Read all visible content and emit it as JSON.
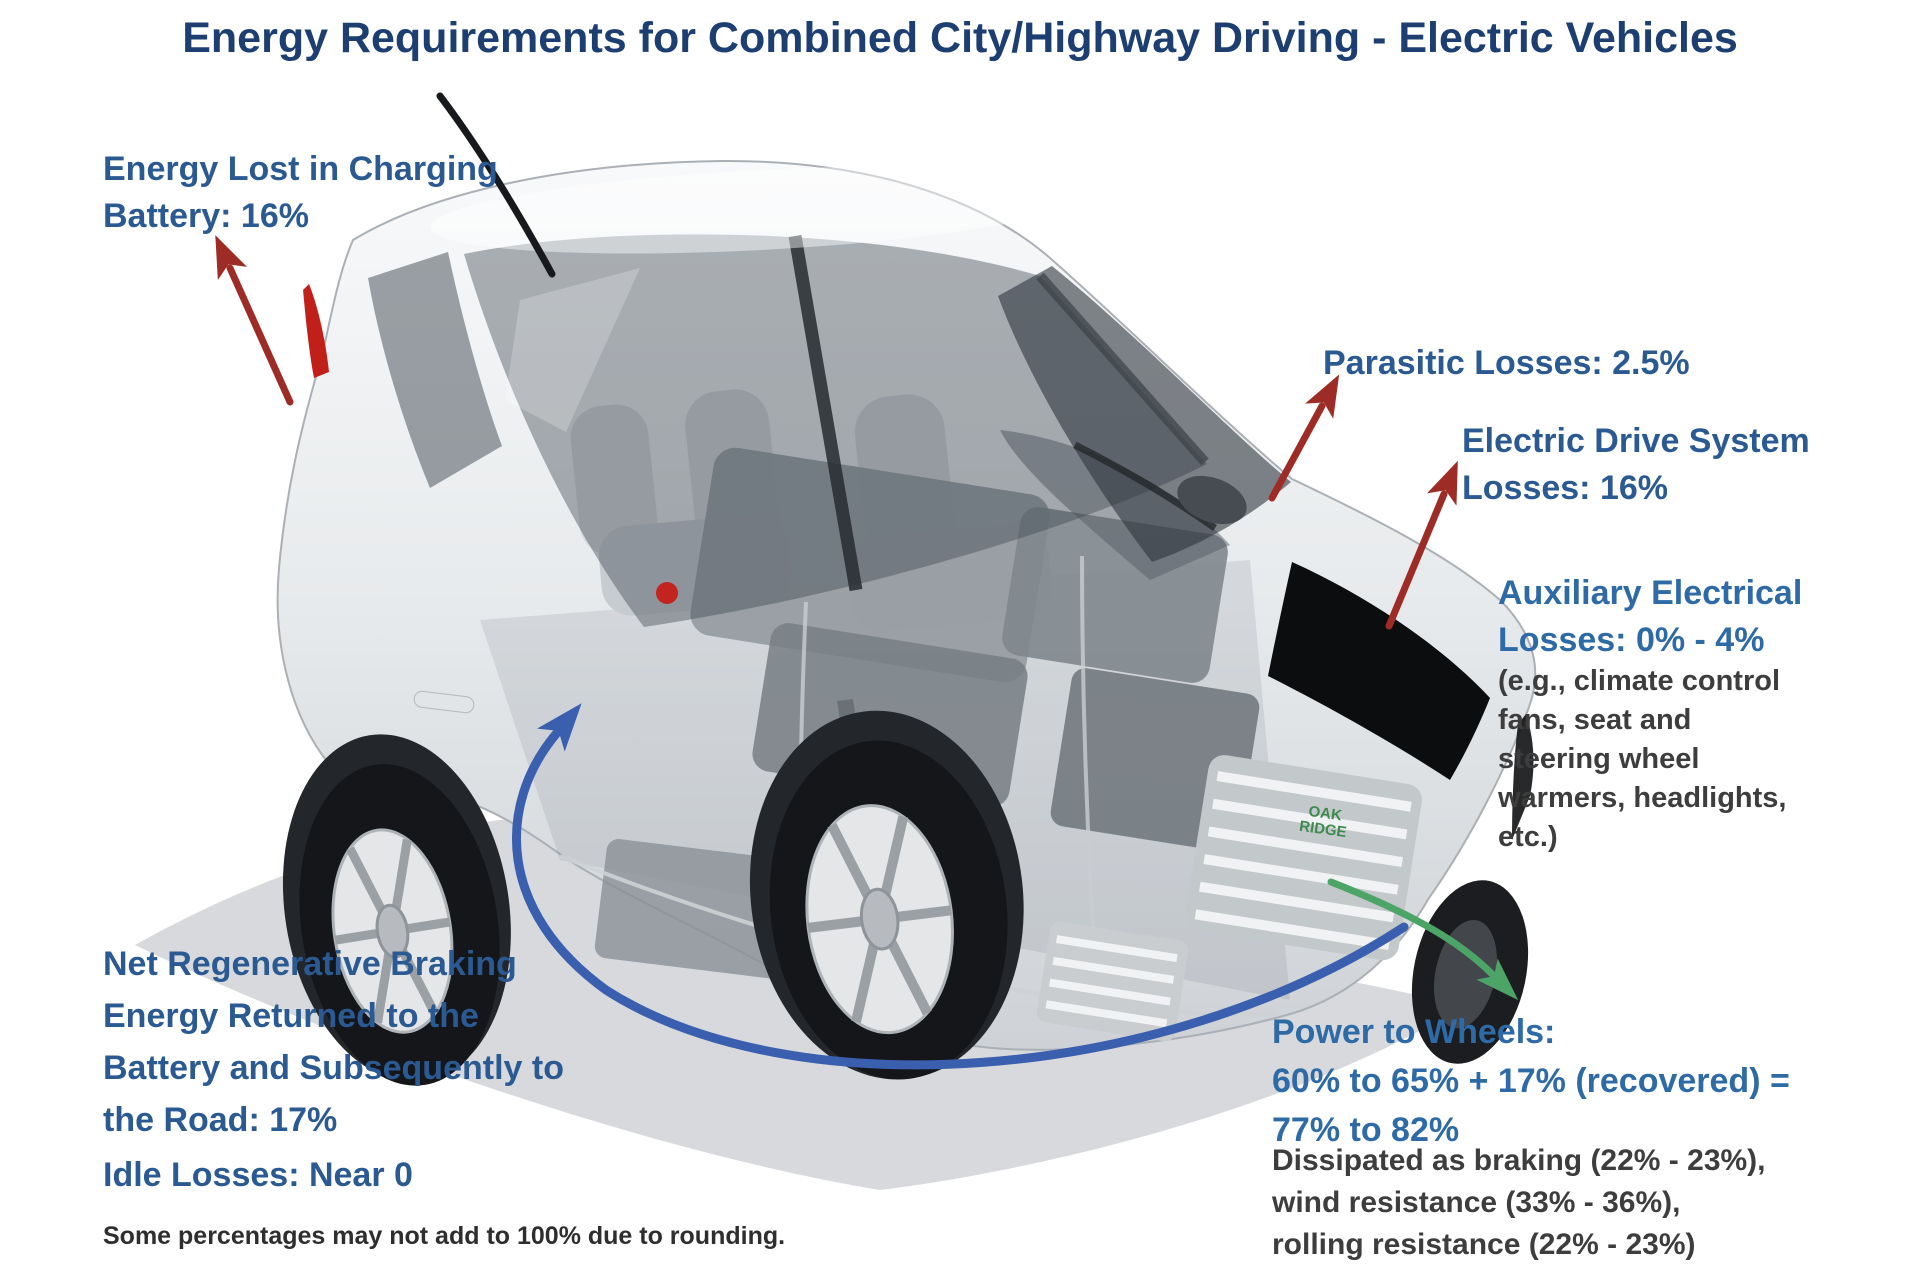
{
  "page": {
    "title": "Energy Requirements for Combined City/Highway Driving - Electric Vehicles",
    "footnote": "Some percentages may not add to 100% due to rounding."
  },
  "annotations": {
    "charging_loss": "Energy Lost in Charging\nBattery: 16%",
    "parasitic_loss": "Parasitic Losses: 2.5%",
    "drive_system_loss": "Electric Drive System\nLosses: 16%",
    "auxiliary_loss_heading": "Auxiliary Electrical\nLosses: 0% - 4%",
    "auxiliary_loss_detail": "(e.g., climate control\nfans, seat and\nsteering wheel\nwarmers, headlights,\netc.)",
    "regen_braking": "Net Regenerative Braking\nEnergy Returned to the\nBattery and Subsequently to\nthe Road: 17%",
    "idle_losses": "Idle Losses: Near 0",
    "power_to_wheels_heading": "Power to Wheels:\n60% to 65% + 17% (recovered) =\n77% to 82%",
    "power_to_wheels_detail": "Dissipated as braking (22% - 23%),\nwind resistance (33% - 36%),\nrolling resistance (22% - 23%)"
  },
  "car": {
    "logo_text": "OAK\nRIDGE"
  },
  "colors": {
    "title_navy": "#1d3e70",
    "label_blue": "#2b5a92",
    "accent_blue": "#2e6aa5",
    "detail_gray": "#3d3d3d",
    "arrow_red": "#9e2c26",
    "arrow_blue": "#3a5fae",
    "arrow_green": "#4ca466",
    "logo_green": "#3f8a4e"
  }
}
